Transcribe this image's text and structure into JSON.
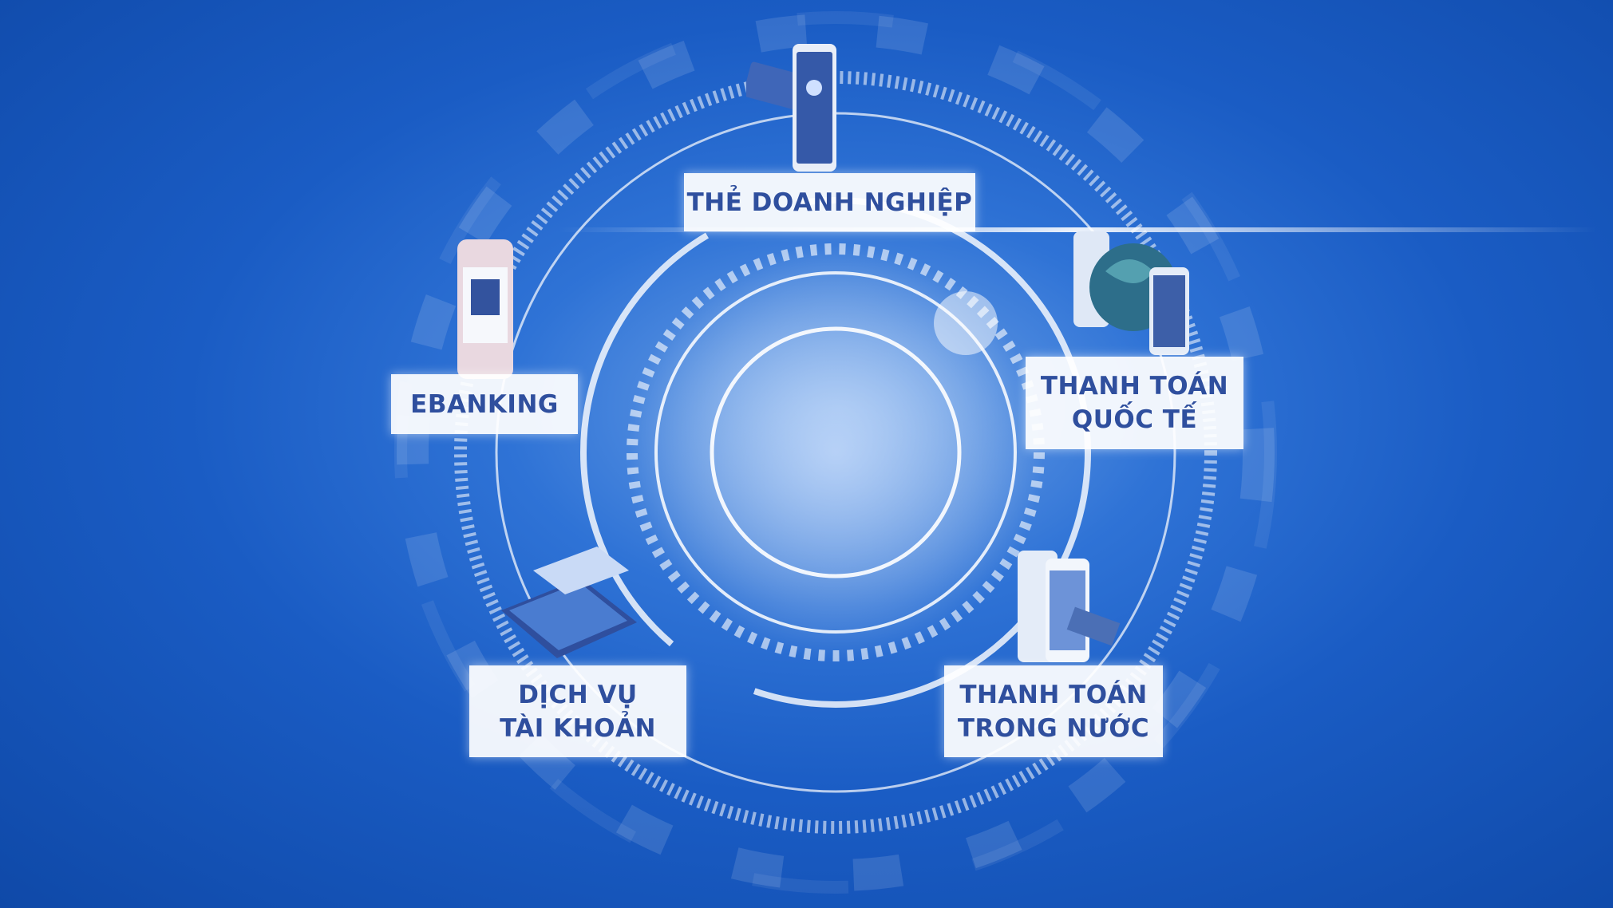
{
  "labels": {
    "the_doanh_nghiep": "THẺ DOANH NGHIỆP",
    "ebanking": "EBANKING",
    "thanh_toan_quoc_te": [
      "THANH TOÁN",
      "QUỐC TẾ"
    ],
    "dich_vu_tai_khoan": [
      "DỊCH VỤ",
      "TÀI KHOẢN"
    ],
    "thanh_toan_trong_nuoc": [
      "THANH TOÁN",
      "TRONG NƯỚC"
    ]
  },
  "colors": {
    "label_text": "#2f4f9e",
    "background": "#1a5cc4",
    "ring": "#ffffff"
  },
  "icons": [
    "card-phone-icon",
    "smartphone-icon",
    "globe-phone-icon",
    "tablet-online-banking-icon",
    "phones-money-icon"
  ]
}
